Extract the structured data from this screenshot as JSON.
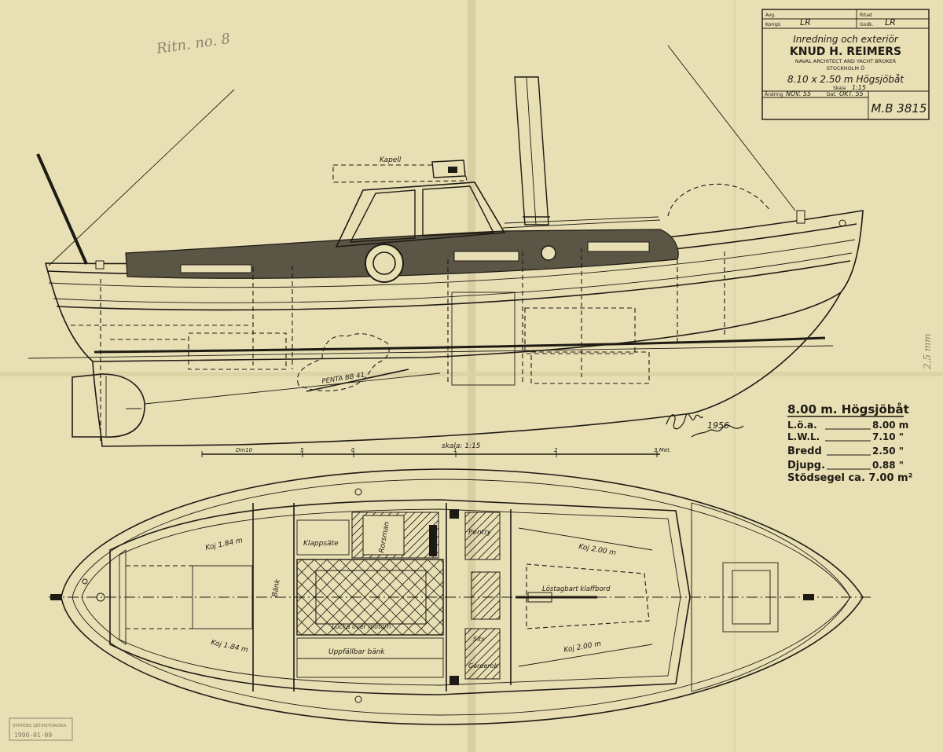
{
  "pencil_note": "Ritn. no. 8",
  "title_block": {
    "row_labels": [
      "Avg.",
      "Kompl.",
      "Ritad",
      "Godk.",
      "Ändring",
      "Skala",
      "Dat."
    ],
    "initials_1": "LR",
    "initials_2": "LR",
    "subject": "Inredning och exteriör",
    "firm": "KNUD H. REIMERS",
    "firm_sub": "NAVAL ARCHITECT AND YACHT BROKER",
    "city": "STOCKHOLM Ö",
    "boat": "8.10 x 2.50 m Högsjöbåt",
    "scale": "1:15",
    "revised": "NOV. 55",
    "date": "OKT. 55",
    "drawing_no": "M.B 3815"
  },
  "profile_labels": {
    "kapell": "Kapell",
    "engine": "PENTA BB 41"
  },
  "scale_bar": {
    "label": "skala: 1:15",
    "ticks": [
      "Dm10",
      "5",
      "0",
      "1",
      "2",
      "3 Met."
    ]
  },
  "signature": "1956",
  "plan_labels": {
    "koj_top_left": "Koj 1.84 m",
    "koj_bottom_left": "Koj 1.84 m",
    "bank": "Bänk",
    "klappsate": "Klappsäte",
    "rorsman": "Rorsman",
    "lucka": "Lucka över motorn",
    "bank2": "Uppfällbar bänk",
    "pentry": "Pentry",
    "sits": "Sits",
    "garderob": "Garderob",
    "koj_top_right": "Koj 2.00 m",
    "koj_bottom_right": "Koj 2.00 m",
    "klaffbord": "Löstagbart klaffbord"
  },
  "specs": {
    "heading": "8.00 m. Högsjöbåt",
    "rows": [
      {
        "label": "L.ö.a.",
        "value": "8.00 m"
      },
      {
        "label": "L.W.L.",
        "value": "7.10 \""
      },
      {
        "label": "Bredd",
        "value": "2.50 \""
      },
      {
        "label": "Djupg.",
        "value": "0.88 \""
      }
    ],
    "sail": "Stödsegel ca. 7.00 m²"
  },
  "stamp": {
    "line1": "STATENS SJÖHISTORISKA",
    "line2": "1990-01-09"
  },
  "margin_note": "2,5 mm"
}
